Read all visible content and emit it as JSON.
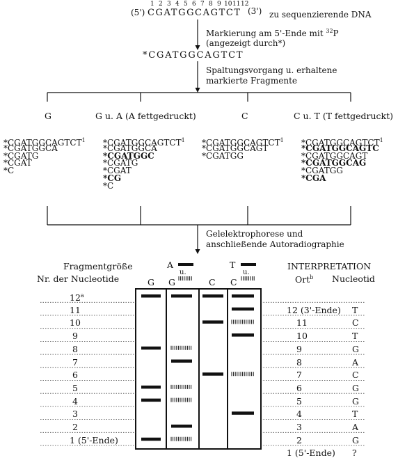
{
  "header": {
    "prime5": "(5')",
    "prime3": "(3')",
    "index_numbers": [
      "1",
      "2",
      "3",
      "4",
      "5",
      "6",
      "7",
      "8",
      "9",
      "10",
      "11",
      "12"
    ],
    "sequence": "CGATGGCAGTCT",
    "sequence_caption": "zu sequenzierende DNA",
    "step1_line1": "Markierung am 5'-Ende mit ",
    "step1_sup": "32",
    "step1_tail": "P",
    "step1_line2": "(angezeigt durch*)",
    "labeled_sequence": "*CGATGGCAGTCT",
    "step2_line1": "Spaltungsvorgang u. erhaltene",
    "step2_line2": "markierte Fragmente"
  },
  "reactions": [
    {
      "label": "G",
      "fragments": [
        {
          "text": "*CGATGGCAGTCT",
          "sup": "1",
          "bold": false
        },
        {
          "text": "*CGATGGCA",
          "sup": "",
          "bold": false
        },
        {
          "text": "*CGATG",
          "sup": "",
          "bold": false
        },
        {
          "text": "*CGAT",
          "sup": "",
          "bold": false
        },
        {
          "text": "*C",
          "sup": "",
          "bold": false
        }
      ]
    },
    {
      "label": "G u. A (A fettgedruckt)",
      "fragments": [
        {
          "text": "*CGATGGCAGTCT",
          "sup": "1",
          "bold": false
        },
        {
          "text": "*CGATGGCA",
          "sup": "",
          "bold": false
        },
        {
          "text": "*CGATGGC",
          "sup": "",
          "bold": true
        },
        {
          "text": "*CGATG",
          "sup": "",
          "bold": false
        },
        {
          "text": "*CGAT",
          "sup": "",
          "bold": false
        },
        {
          "text": "*CG",
          "sup": "",
          "bold": true
        },
        {
          "text": "*C",
          "sup": "",
          "bold": false
        }
      ]
    },
    {
      "label": "C",
      "fragments": [
        {
          "text": "*CGATGGCAGTCT",
          "sup": "1",
          "bold": false
        },
        {
          "text": "*CGATGGCAGT",
          "sup": "",
          "bold": false
        },
        {
          "text": "*CGATGG",
          "sup": "",
          "bold": false
        }
      ]
    },
    {
      "label": "C u. T (T fettgedruckt)",
      "fragments": [
        {
          "text": "*CGATGGCAGTCT",
          "sup": "1",
          "bold": false
        },
        {
          "text": "*CGATGGCAGTC",
          "sup": "",
          "bold": true
        },
        {
          "text": "*CGATGGCAGT",
          "sup": "",
          "bold": false
        },
        {
          "text": "*CGATGGCAG",
          "sup": "",
          "bold": true
        },
        {
          "text": "*CGATGG",
          "sup": "",
          "bold": false
        },
        {
          "text": "*CGA",
          "sup": "",
          "bold": true
        }
      ]
    }
  ],
  "gel_step_line1": "Gelelektrophorese und",
  "gel_step_line2": "anschließende Autoradiographie",
  "gel": {
    "left_header1": "Fragmentgröße",
    "left_header2": "Nr. der Nucleotide",
    "lane_labels": [
      "G",
      "G",
      "C",
      "C"
    ],
    "lane_A_letter": "A",
    "lane_T_letter": "T",
    "lane_u1": "u.",
    "lane_u2": "u.",
    "interp_title": "INTERPRETATION",
    "interp_col1": "Ort",
    "interp_col1_sup": "b",
    "interp_col2": "Nucleotid",
    "rows": [
      {
        "size": "12",
        "size_sup": "a",
        "ort": "",
        "nuc": "",
        "bands": [
          "solid",
          "solid",
          "solid",
          "solid"
        ]
      },
      {
        "size": "11",
        "size_sup": "",
        "ort": "12 (3'-Ende)",
        "nuc": "T",
        "bands": [
          "",
          "",
          "",
          "solid"
        ]
      },
      {
        "size": "10",
        "size_sup": "",
        "ort": "11",
        "nuc": "C",
        "bands": [
          "",
          "",
          "solid",
          "hatch"
        ]
      },
      {
        "size": "9",
        "size_sup": "",
        "ort": "10",
        "nuc": "T",
        "bands": [
          "",
          "",
          "",
          "solid"
        ]
      },
      {
        "size": "8",
        "size_sup": "",
        "ort": "9",
        "nuc": "G",
        "bands": [
          "solid",
          "hatch",
          "",
          ""
        ]
      },
      {
        "size": "7",
        "size_sup": "",
        "ort": "8",
        "nuc": "A",
        "bands": [
          "",
          "solid",
          "",
          ""
        ]
      },
      {
        "size": "6",
        "size_sup": "",
        "ort": "7",
        "nuc": "C",
        "bands": [
          "",
          "",
          "solid",
          "hatch"
        ]
      },
      {
        "size": "5",
        "size_sup": "",
        "ort": "6",
        "nuc": "G",
        "bands": [
          "solid",
          "hatch",
          "",
          ""
        ]
      },
      {
        "size": "4",
        "size_sup": "",
        "ort": "5",
        "nuc": "G",
        "bands": [
          "solid",
          "hatch",
          "",
          ""
        ]
      },
      {
        "size": "3",
        "size_sup": "",
        "ort": "4",
        "nuc": "T",
        "bands": [
          "",
          "",
          "",
          "solid"
        ]
      },
      {
        "size": "2",
        "size_sup": "",
        "ort": "3",
        "nuc": "A",
        "bands": [
          "",
          "solid",
          "",
          ""
        ]
      },
      {
        "size": "1 (5'-Ende)",
        "size_sup": "",
        "ort": "2",
        "nuc": "G",
        "bands": [
          "solid",
          "hatch",
          "",
          ""
        ]
      },
      {
        "size": "",
        "size_sup": "",
        "ort": "1 (5'-Ende)",
        "nuc": "?",
        "bands": [
          "",
          "",
          "",
          ""
        ]
      }
    ]
  }
}
